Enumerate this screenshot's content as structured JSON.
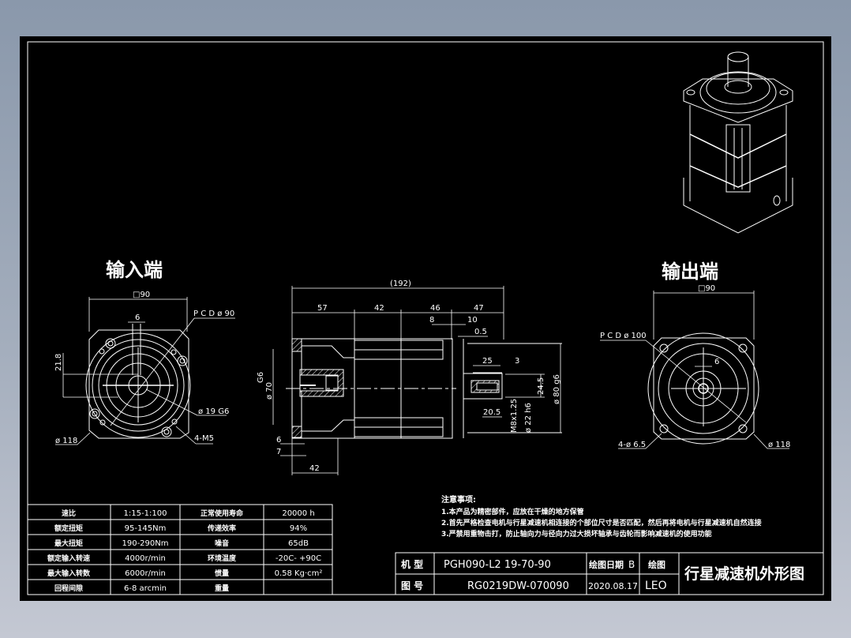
{
  "drawing": {
    "title": "行星减速机外形图",
    "views": {
      "input_end": {
        "label": "输入端",
        "dims": {
          "square": "□90",
          "key_width": "6",
          "height": "21.8",
          "pcd": "P C D ø 90",
          "bore": "ø 19 G6",
          "flange_dia": "ø 118",
          "holes": "4-M5"
        }
      },
      "side": {
        "dims": {
          "total": "(192)",
          "seg1": "57",
          "seg2": "42",
          "seg3": "46",
          "seg4": "47",
          "d8": "8",
          "d10": "10",
          "d05": "0.5",
          "d25": "25",
          "d3": "3",
          "d245": "24.5",
          "d205": "20.5",
          "thread": "M8x1.25",
          "shaft": "ø 22 h6",
          "pilot_out": "ø 80 g6",
          "pilot_in": "ø 70",
          "pilot_in_tol": "G6",
          "d6": "6",
          "d7": "7",
          "d42": "42"
        }
      },
      "output_end": {
        "label": "输出端",
        "dims": {
          "square": "□90",
          "key_width": "6",
          "pcd": "P C D ø 100",
          "holes": "4-ø 6.5",
          "flange_dia": "ø 118"
        }
      }
    },
    "spec_table": {
      "rows": [
        {
          "k1": "速比",
          "v1": "1:15-1:100",
          "k2": "正常使用寿命",
          "v2": "20000 h"
        },
        {
          "k1": "额定扭矩",
          "v1": "95-145Nm",
          "k2": "传递效率",
          "v2": "94%"
        },
        {
          "k1": "最大扭矩",
          "v1": "190-290Nm",
          "k2": "噪音",
          "v2": "65dB"
        },
        {
          "k1": "额定输入转速",
          "v1": "4000r/min",
          "k2": "环境温度",
          "v2": "-20C- +90C"
        },
        {
          "k1": "最大输入转数",
          "v1": "6000r/min",
          "k2": "惯量",
          "v2": "0.58 Kg·cm²"
        },
        {
          "k1": "回程间隙",
          "v1": "6-8 arcmin",
          "k2": "重量",
          "v2": ""
        }
      ]
    },
    "notes": {
      "heading": "注意事项:",
      "items": [
        "1.本产品为精密部件，应放在干燥的地方保管",
        "2.首先严格检查电机与行星减速机相连接的个部位尺寸是否匹配，然后再将电机与行星减速机自然连接",
        "3.严禁用重物击打，防止轴向力与径向力过大损坏轴承与齿轮而影响减速机的使用功能"
      ]
    },
    "title_block": {
      "model_label": "机 型",
      "model_value": "PGH090-L2 19-70-90",
      "drawing_no_label": "图 号",
      "drawing_no_value": "RG0219DW-070090",
      "date_label": "绘图日期",
      "revision": "B",
      "date_value": "2020.08.17",
      "drawn_label": "绘图",
      "drawn_value": "LEO",
      "title": "行星减速机外形图"
    }
  }
}
